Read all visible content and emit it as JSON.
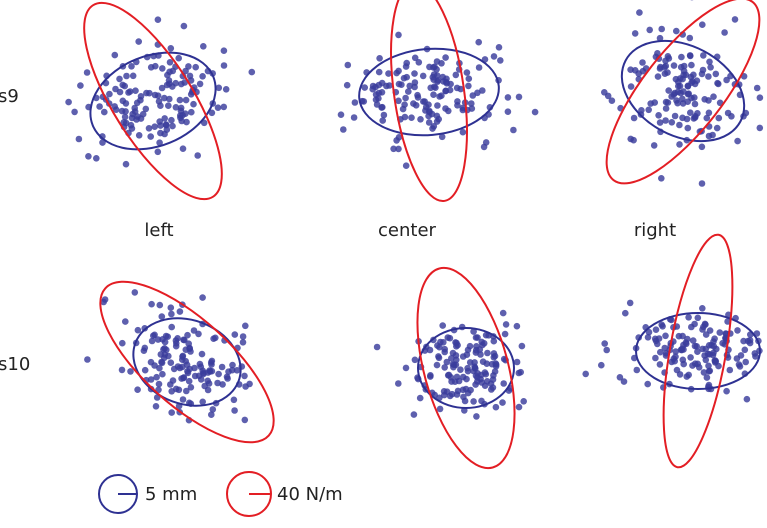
{
  "figure": {
    "row_labels": [
      "s9",
      "s10"
    ],
    "column_labels": [
      "left",
      "center",
      "right"
    ]
  },
  "legend": {
    "items": [
      {
        "label": "5 mm",
        "color": "#2e3192"
      },
      {
        "label": "40 N/m",
        "color": "#e31e24"
      }
    ]
  },
  "colors": {
    "points": "#3a3d9c",
    "displacement_ellipse": "#2e3192",
    "stiffness_ellipse": "#e31e24"
  },
  "chart_data": [
    {
      "type": "scatter",
      "row": "s9",
      "column": "left",
      "point_count": 150,
      "scatter_spread": [
        0.42,
        0.26
      ],
      "scatter_angle_deg": -22,
      "blue_ellipse": {
        "rx": 0.65,
        "ry": 0.45,
        "angle_deg": -22
      },
      "red_ellipse": {
        "rx": 0.4,
        "ry": 1.13,
        "angle_deg": -32
      }
    },
    {
      "type": "scatter",
      "row": "s9",
      "column": "center",
      "point_count": 150,
      "scatter_spread": [
        0.4,
        0.23
      ],
      "scatter_angle_deg": -5,
      "blue_ellipse": {
        "rx": 0.7,
        "ry": 0.43,
        "angle_deg": -5
      },
      "red_ellipse": {
        "rx": 0.35,
        "ry": 1.1,
        "angle_deg": -8
      }
    },
    {
      "type": "scatter",
      "row": "s9",
      "column": "right",
      "point_count": 150,
      "scatter_spread": [
        0.35,
        0.3
      ],
      "scatter_angle_deg": 28,
      "blue_ellipse": {
        "rx": 0.65,
        "ry": 0.45,
        "angle_deg": 28
      },
      "red_ellipse": {
        "rx": 0.4,
        "ry": 1.13,
        "angle_deg": 38
      }
    },
    {
      "type": "scatter",
      "row": "s10",
      "column": "left",
      "point_count": 150,
      "scatter_spread": [
        0.35,
        0.25
      ],
      "scatter_angle_deg": 20,
      "blue_ellipse": {
        "rx": 0.55,
        "ry": 0.42,
        "angle_deg": 20
      },
      "red_ellipse": {
        "rx": 0.43,
        "ry": 1.1,
        "angle_deg": -48
      }
    },
    {
      "type": "scatter",
      "row": "s10",
      "column": "center",
      "point_count": 150,
      "scatter_spread": [
        0.28,
        0.24
      ],
      "scatter_angle_deg": 0,
      "blue_ellipse": {
        "rx": 0.48,
        "ry": 0.4,
        "angle_deg": 0
      },
      "red_ellipse": {
        "rx": 0.42,
        "ry": 1.03,
        "angle_deg": -15
      }
    },
    {
      "type": "scatter",
      "row": "s10",
      "column": "right",
      "point_count": 150,
      "scatter_spread": [
        0.38,
        0.2
      ],
      "scatter_angle_deg": 0,
      "blue_ellipse": {
        "rx": 0.62,
        "ry": 0.38,
        "angle_deg": 0
      },
      "red_ellipse": {
        "rx": 0.28,
        "ry": 1.18,
        "angle_deg": 10
      }
    }
  ]
}
